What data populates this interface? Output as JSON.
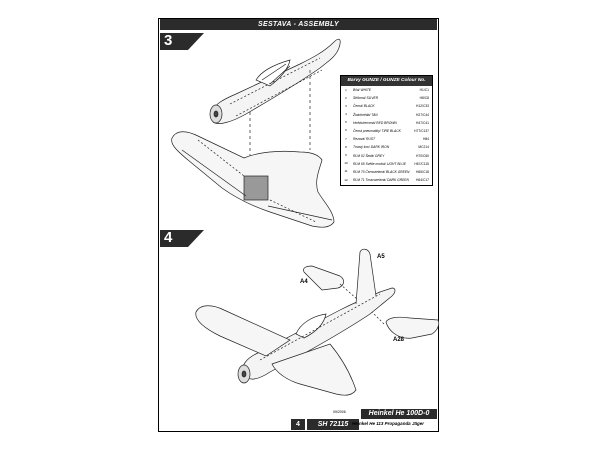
{
  "header": {
    "title": "SESTAVA - ASSEMBLY"
  },
  "steps": [
    {
      "number": "3"
    },
    {
      "number": "4"
    }
  ],
  "legend": {
    "title": "Barvy GUNZE / GUNZE Colour No.",
    "rows": [
      {
        "num": "1",
        "name": "Bílá/ WHITE",
        "code": "H1/C1"
      },
      {
        "num": "2",
        "name": "Stříbrná/ SILVER",
        "code": "H8/C8"
      },
      {
        "num": "3",
        "name": "Černá/ BLACK",
        "code": "H12/C33"
      },
      {
        "num": "4",
        "name": "Žlutohnědá/ TAN",
        "code": "H27/C44"
      },
      {
        "num": "5",
        "name": "Hnědočervená/ RED BROWN",
        "code": "H47/C41"
      },
      {
        "num": "6",
        "name": "Černá pneumatiky/ TIRE BLACK",
        "code": "H77/C137"
      },
      {
        "num": "7",
        "name": "Rezavá/ RUST",
        "code": "H84"
      },
      {
        "num": "8",
        "name": "Tmavý kov/ DARK IRON",
        "code": "MC214"
      },
      {
        "num": "9",
        "name": "RLM 02 Šedá/ GREY",
        "code": "H70/C60"
      },
      {
        "num": "10",
        "name": "RLM 65 Světle modrá/ LIGHT BLUE",
        "code": "H67/C115"
      },
      {
        "num": "11",
        "name": "RLM 70 Černozelená/ BLACK GREEN",
        "code": "H65/C18"
      },
      {
        "num": "12",
        "name": "RLM 71 Tmavozelená/ DARK GREEN",
        "code": "H64/C17"
      }
    ]
  },
  "parts": {
    "a4": "A4",
    "a5": "A5",
    "a28": "A28"
  },
  "footer": {
    "page": "4",
    "code": "SH 72115",
    "title": "Heinkel He 100D-0",
    "date": "09/2006",
    "subtitle": "Heinkel He 113 Propaganda Jäger"
  }
}
